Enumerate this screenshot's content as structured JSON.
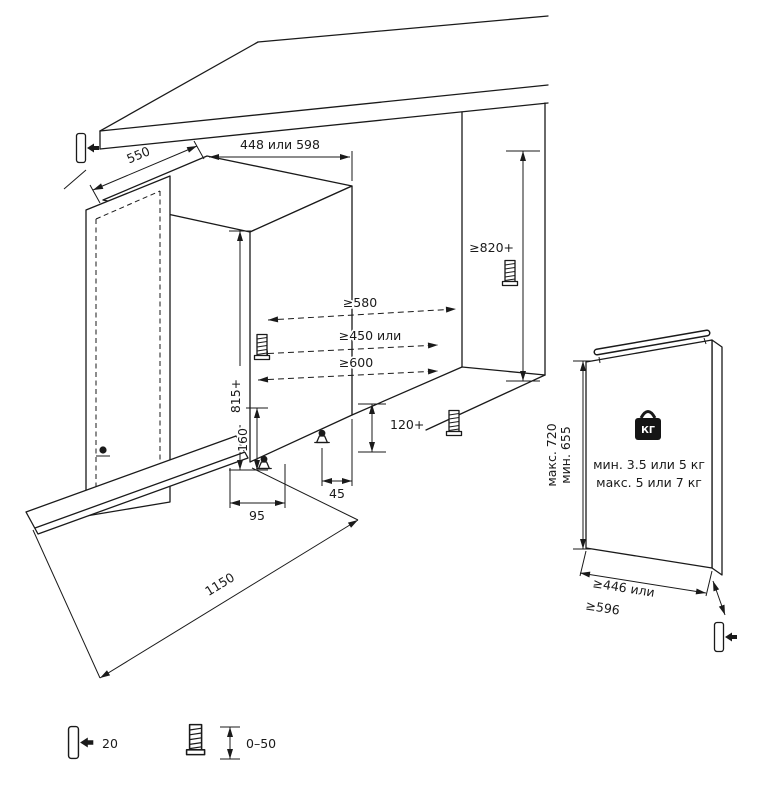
{
  "colors": {
    "line": "#1a1a1a",
    "background": "#ffffff"
  },
  "niche": {
    "depth": "550",
    "width": "448 или 598",
    "height": "≥820+",
    "clearance_back": "≥580",
    "clearance_depth_a": "≥450 или",
    "clearance_depth_b": "≥600"
  },
  "appliance": {
    "height": "815+",
    "plinth_height": "160",
    "plinth_clearance": "120+",
    "foot_inset_side": "45",
    "foot_inset_front": "95",
    "door_open_depth": "1150"
  },
  "panel": {
    "weight_unit": "КГ",
    "weight_min": "мин. 3.5 или 5 кг",
    "weight_max": "макс. 5 или 7 кг",
    "height_min": "мин. 655",
    "height_max": "макс. 720",
    "width_a": "≥446 или",
    "width_b": "≥596"
  },
  "legend": {
    "shim_thickness": "20",
    "foot_adjust_range": "0–50"
  },
  "icons": {
    "shim": "spacer-shim-icon",
    "adjustable_foot": "adjustable-foot-icon",
    "weight": "weight-icon"
  }
}
